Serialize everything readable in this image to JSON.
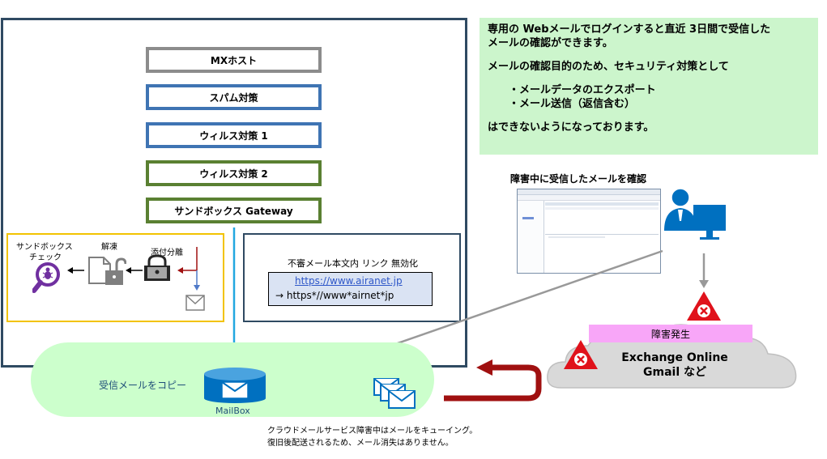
{
  "flow": {
    "mx_host": "MXホスト",
    "spam": "スパム対策",
    "virus1": "ウィルス対策 1",
    "virus2": "ウィルス対策 2",
    "sandbox_gateway": "サンドボックス Gateway"
  },
  "sandbox": {
    "check_label_1": "サンドボックス",
    "check_label_2": "チェック",
    "decrypt_label": "解凍",
    "attachment_label": "添付分離"
  },
  "link_disable": {
    "title": "不審メール本文内 リンク 無効化",
    "original_url": "https://www.airanet.jp",
    "rewritten_url": "→  https*//www*airnet*jp"
  },
  "note": {
    "line1": "専用の Webメールでログインすると直近 3日間で受信した",
    "line2": "メールの確認ができます。",
    "line3": "メールの確認目的のため、セキュリティ対策として",
    "bullet1": "・メールデータのエクスポート",
    "bullet2": "・メール送信（返信含む）",
    "line4": "はできないようになっております。"
  },
  "webmail_label": "障害中に受信したメールを確認",
  "mailbox": {
    "copy_label": "受信メールをコピー",
    "name": "MailBox"
  },
  "cloud": {
    "outage": "障害発生",
    "line1": "Exchange Online",
    "line2": "Gmail など"
  },
  "footer": {
    "line1": "クラウドメールサービス障害中はメールをキューイング。",
    "line2": "復旧後配送されるため、メール消失はありません。"
  },
  "colors": {
    "frame": "#2f4a62",
    "blue_arrow": "#22a7e0",
    "note_bg": "#ccf5cc",
    "mailbox_bg": "#ccffcc",
    "error_red": "#e0121b",
    "return_arrow": "#a01010",
    "outage_pink": "#f8a6f8"
  }
}
